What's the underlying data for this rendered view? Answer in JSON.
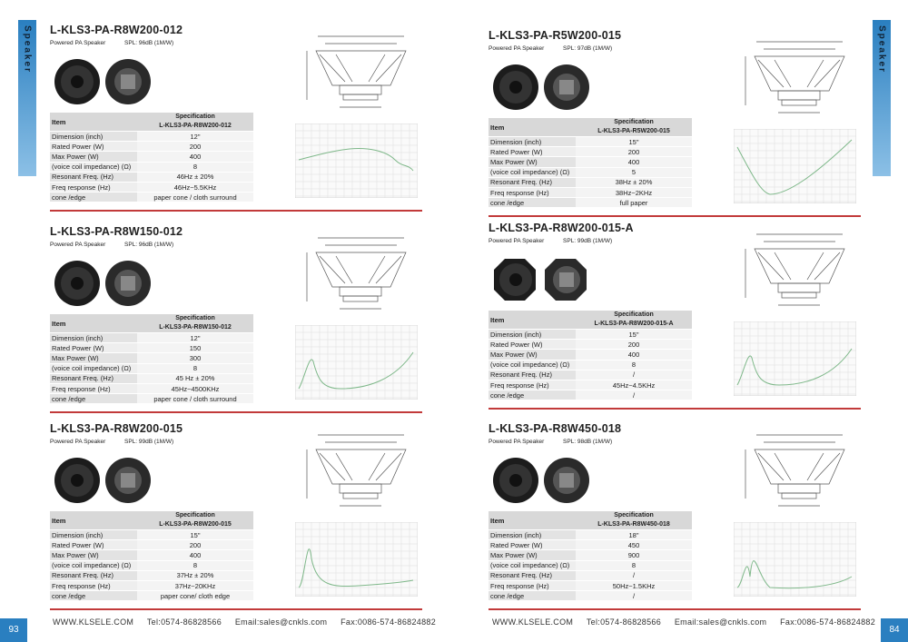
{
  "sidebar": {
    "label": "Speaker"
  },
  "products": [
    {
      "title": "L-KLS3-PA-R8W200-012",
      "subtitle": "Powered PA Speaker",
      "spl": "SPL:  96dB   (1M/W)",
      "spec_header": "Specification",
      "model": "L-KLS3-PA-R8W200-012",
      "item_label": "Item",
      "rows": [
        [
          "Dimension  (inch)",
          "12\""
        ],
        [
          "Rated Power   (W)",
          "200"
        ],
        [
          "Max Power  (W)",
          "400"
        ],
        [
          "(voice coil impedance) (Ω)",
          "8"
        ],
        [
          "Resonant Freq.   (Hz)",
          "46Hz ± 20%"
        ],
        [
          "Freq response   (Hz)",
          "46Hz~5.5KHz"
        ],
        [
          "cone /edge",
          "paper cone / cloth surround"
        ]
      ]
    },
    {
      "title": "L-KLS3-PA-R5W200-015",
      "subtitle": "Powered PA Speaker",
      "spl": "SPL:  97dB   (1M/W)",
      "spec_header": "Specification",
      "model": "L-KLS3-PA-R5W200-015",
      "item_label": "Item",
      "rows": [
        [
          "Dimension  (inch)",
          "15\""
        ],
        [
          "Rated Power   (W)",
          "200"
        ],
        [
          "Max Power  (W)",
          "400"
        ],
        [
          "(voice coil impedance) (Ω)",
          "5"
        ],
        [
          "Resonant Freq.   (Hz)",
          "38Hz ± 20%"
        ],
        [
          "Freq response   (Hz)",
          "38Hz~2KHz"
        ],
        [
          "cone /edge",
          "full paper"
        ]
      ]
    },
    {
      "title": "L-KLS3-PA-R8W150-012",
      "subtitle": "Powered PA Speaker",
      "spl": "SPL:  96dB   (1M/W)",
      "spec_header": "Specification",
      "model": "L-KLS3-PA-R8W150-012",
      "item_label": "Item",
      "rows": [
        [
          "Dimension  (inch)",
          "12\""
        ],
        [
          "Rated Power   (W)",
          "150"
        ],
        [
          "Max Power  (W)",
          "300"
        ],
        [
          "(voice coil impedance) (Ω)",
          "8"
        ],
        [
          "Resonant Freq.   (Hz)",
          "45 Hz ± 20%"
        ],
        [
          "Freq response   (Hz)",
          "45Hz~4500KHz"
        ],
        [
          "cone /edge",
          "paper cone / cloth surround"
        ]
      ]
    },
    {
      "title": "L-KLS3-PA-R8W200-015-A",
      "subtitle": "Powered PA Speaker",
      "spl": "SPL:  99dB   (1M/W)",
      "spec_header": "Specification",
      "model": "L-KLS3-PA-R8W200-015-A",
      "item_label": "Item",
      "rows": [
        [
          "Dimension  (inch)",
          "15\""
        ],
        [
          "Rated Power   (W)",
          "200"
        ],
        [
          "Max Power  (W)",
          "400"
        ],
        [
          "(voice coil impedance) (Ω)",
          "8"
        ],
        [
          "Resonant Freq.   (Hz)",
          "/"
        ],
        [
          "Freq response   (Hz)",
          "45Hz~4.5KHz"
        ],
        [
          "cone /edge",
          "/"
        ]
      ]
    },
    {
      "title": "L-KLS3-PA-R8W200-015",
      "subtitle": "Powered PA Speaker",
      "spl": "SPL:  99dB   (1M/W)",
      "spec_header": "Specification",
      "model": "L-KLS3-PA-R8W200-015",
      "item_label": "Item",
      "rows": [
        [
          "Dimension  (inch)",
          "15\""
        ],
        [
          "Rated Power   (W)",
          "200"
        ],
        [
          "Max Power  (W)",
          "400"
        ],
        [
          "(voice coil impedance) (Ω)",
          "8"
        ],
        [
          "Resonant Freq.   (Hz)",
          "37Hz ± 20%"
        ],
        [
          "Freq response   (Hz)",
          "37Hz~20KHz"
        ],
        [
          "cone /edge",
          "paper cone/ cloth edge"
        ]
      ]
    },
    {
      "title": "L-KLS3-PA-R8W450-018",
      "subtitle": "Powered PA Speaker",
      "spl": "SPL:  98dB   (1M/W)",
      "spec_header": "Specification",
      "model": "L-KLS3-PA-R8W450-018",
      "item_label": "Item",
      "rows": [
        [
          "Dimension  (inch)",
          "18\""
        ],
        [
          "Rated Power   (W)",
          "450"
        ],
        [
          "Max Power  (W)",
          "900"
        ],
        [
          "(voice coil impedance) (Ω)",
          "8"
        ],
        [
          "Resonant Freq.   (Hz)",
          "/"
        ],
        [
          "Freq response   (Hz)",
          "50Hz~1.5KHz"
        ],
        [
          "cone /edge",
          "/"
        ]
      ]
    }
  ],
  "footer": {
    "website": "WWW.KLSELE.COM",
    "tel": "Tel:0574-86828566",
    "email": "Email:sales@cnkls.com",
    "fax": "Fax:0086-574-86824882",
    "page_left": "93",
    "page_right": "84"
  },
  "colors": {
    "accent": "#2a7fc0",
    "separator": "#c23a3a",
    "curve": "#7fb88a"
  }
}
